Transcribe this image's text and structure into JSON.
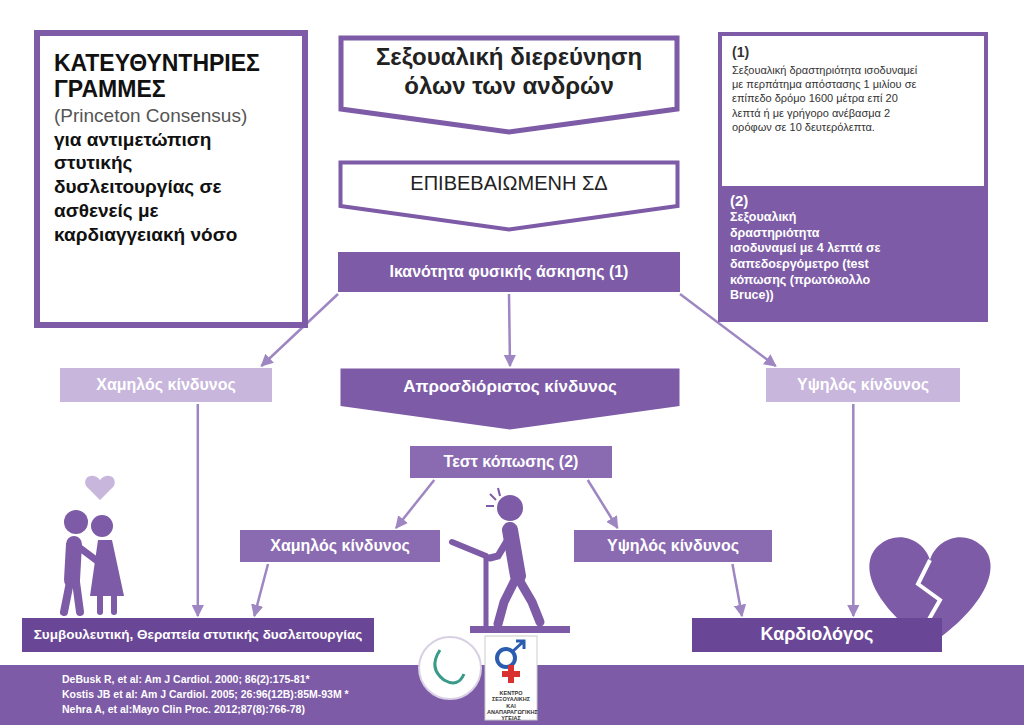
{
  "diagram": {
    "nodes": [
      {
        "text": [
          "ΚΑΤΕΥΘΥΝΤΗΡΙΕΣ ΓΡΑΜΜΕΣ",
          "(Princeton Consensus)",
          "για αντιμετώπιση στυτικής δυσλειτουργίας σε ασθενείς με καρδιαγγειακή νόσο"
        ]
      },
      {
        "text": [
          "Σεξουαλική διερεύνηση όλων των ανδρών"
        ]
      },
      {
        "text": [
          "ΕΠΙΒΕΒΑΙΩΜΕΝΗ ΣΔ"
        ]
      },
      {
        "text": [
          "Ικανότητα φυσικής άσκησης (1)"
        ]
      },
      {
        "text": [
          "(2)",
          "Σεξουαλική δραστηριότητα ισοδυναμεί με 4 λεπτά σε δαπεδοεργόμετρο (test κόπωσης (πρωτόκολλο Bruce))"
        ]
      },
      {
        "text": [
          "(1)",
          "Σεξουαλική δραστηριότητα ισοδυναμεί με περπάτημα απόστασης 1 μιλίου σε επίπεδο δρόμο 1600 μέτρα επί 20 λεπτά ή με γρήγορο ανέβασμα 2 ορόφων σε 10 δευτερόλεπτα."
        ],
        "in": 4
      },
      {
        "text": [
          "Χαμηλός κίνδυνος"
        ]
      },
      {
        "text": [
          "Απροσδιόριστος κίνδυνος"
        ]
      },
      {
        "text": [
          "Υψηλός κίνδυνος"
        ]
      },
      {
        "text": [
          "Τεστ κόπωσης (2)"
        ]
      },
      {
        "text": [
          "Χαμηλός κίνδυνος"
        ]
      },
      {
        "text": [
          "Υψηλός κίνδυνος"
        ]
      },
      {
        "text": [
          "Συμβουλευτική, Θεραπεία στυτικής δυσλειτουργίας"
        ]
      },
      {
        "text": [
          "Καρδιολόγος"
        ]
      }
    ],
    "edges": [
      {
        "from": 3,
        "to": 6,
        "arrow": "to"
      },
      {
        "from": 3,
        "to": 7,
        "arrow": "to"
      },
      {
        "from": 3,
        "to": 8,
        "arrow": "to"
      },
      {
        "from": 6,
        "to": 12,
        "arrow": "to"
      },
      {
        "from": 9,
        "to": 10,
        "arrow": "to"
      },
      {
        "from": 9,
        "to": 11,
        "arrow": "to"
      },
      {
        "from": 10,
        "to": 12,
        "arrow": "to"
      },
      {
        "from": 8,
        "to": 13,
        "arrow": "to"
      },
      {
        "from": 11,
        "to": 13,
        "arrow": "to"
      }
    ],
    "labels": [
      "DeBusk R, et al: Am J Cardiol. 2000; 86(2):175-81*",
      "Kostis JB et al: Am J Cardiol. 2005; 26:96(12B):85M-93M *",
      "Nehra A, et al:Mayo Clin Proc. 2012;87(8):766-78)",
      "ΚΕΝΤΡΟ ΣΕΞΟΥΑΛΙΚΗΣ ΚΑΙ ΑΝΑΠΑΡΑΓΩΓΙΚΗΣ ΥΓΕΙΑΣ"
    ]
  }
}
